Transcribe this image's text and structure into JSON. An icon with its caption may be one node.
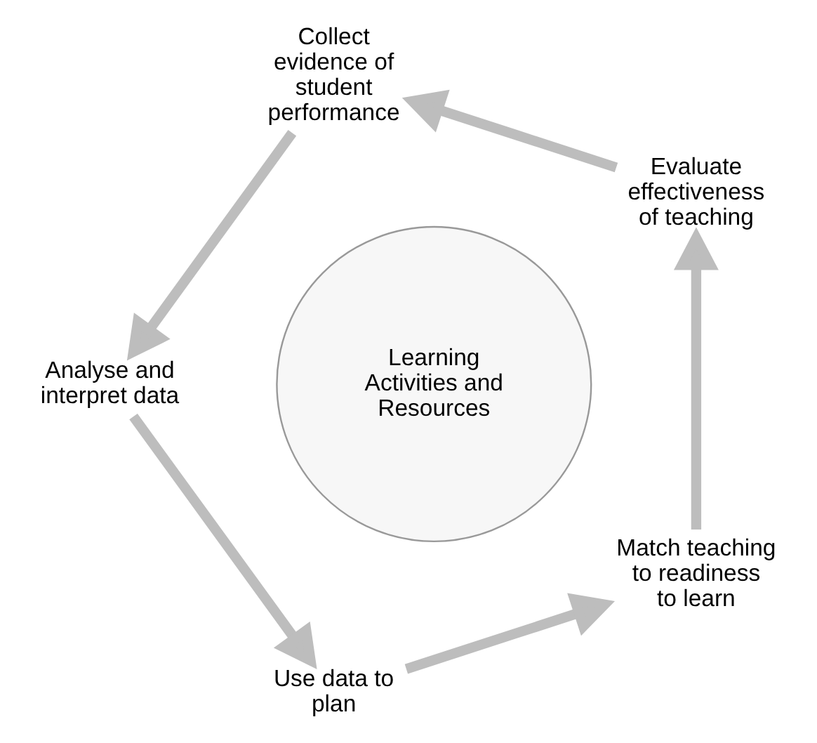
{
  "diagram": {
    "nodes": [
      {
        "text": [
          "Learning Activities and Resources"
        ]
      },
      {
        "text": [
          "Evaluate effectiveness of teaching"
        ]
      },
      {
        "text": [
          "Collect evidence of student performance"
        ]
      },
      {
        "text": [
          "Analyse and interpret data"
        ]
      },
      {
        "text": [
          "Use data to plan"
        ]
      },
      {
        "text": [
          "Match teaching to readiness to learn"
        ]
      }
    ],
    "edges": [
      {
        "from": 1,
        "to": 2,
        "arrow": "to"
      },
      {
        "from": 2,
        "to": 3,
        "arrow": "to"
      },
      {
        "from": 3,
        "to": 4,
        "arrow": "to"
      },
      {
        "from": 4,
        "to": 5,
        "arrow": "to"
      },
      {
        "from": 5,
        "to": 1,
        "arrow": "to"
      }
    ]
  }
}
